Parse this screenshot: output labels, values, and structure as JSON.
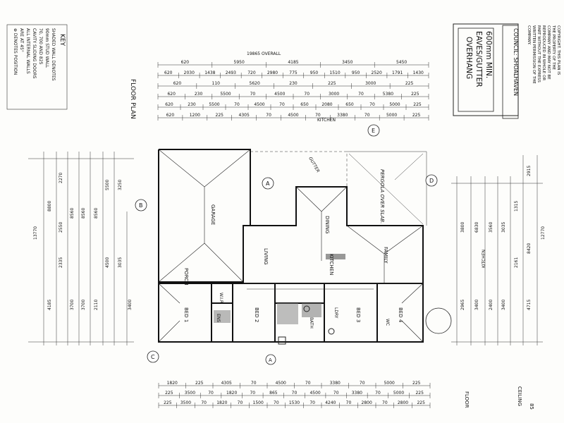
{
  "title_block": {
    "box_title": "600mm MIN. EAVES/GUTTER OVERHANG",
    "council": "COUNCIL: SHOALHAVEN",
    "copyright": "COPYRIGHT. THIS PLAN IS THE PROPERTY OF THE COMPANY AND MAY NOT BE REPRODUCED IN WHOLE OR PART WITHOUT THE EXPRESS WRITTEN PERMISSION OF THE COMPANY."
  },
  "key": {
    "heading": "KEY",
    "lines": [
      "SHADED WALL DENOTES",
      "90mm STUD WALL",
      "70, 700 AND 825",
      "CAVITY SLIDING DOORS",
      "ALL INTERNAL WALLS",
      "ARE AT 45°",
      "⊕ DENOTES POSITION"
    ]
  },
  "labels": {
    "floor_plan": "FLOOR PLAN",
    "overall": "19865 OVERALL",
    "kitchen_dim": "KITCHEN",
    "floor": "FLOOR",
    "ceiling": "CEILING",
    "page_code": "85",
    "pergola": "PERGOLA OVER SLAB.",
    "gutter": "GUTTER",
    "grid_a": "A",
    "grid_b": "B",
    "grid_c": "C",
    "grid_d": "D",
    "grid_e": "E"
  },
  "rooms": {
    "garage": "GARAGE",
    "living": "LIVING",
    "dining": "DINING",
    "kitchen": "KITCHEN",
    "family": "FAMILY",
    "porch": "PORCH",
    "bed1": "BED 1",
    "bed2": "BED 2",
    "bed3": "BED 3",
    "bed4": "BED 4",
    "bath": "BATH",
    "ens": "ENS",
    "wir": "W.I.R.",
    "ldry": "LDRY",
    "wc": "WC"
  },
  "dimensions": {
    "top_rows": [
      [
        "620",
        "5950",
        "4185",
        "3450",
        "5450"
      ],
      [
        "620",
        "2030",
        "1438",
        "2493",
        "720",
        "2980",
        "775",
        "950",
        "1510",
        "950",
        "2520",
        "1791",
        "1430"
      ],
      [
        "620",
        "110",
        "5620",
        "230",
        "225",
        "3000",
        "225"
      ],
      [
        "620",
        "230",
        "5500",
        "70",
        "4500",
        "70",
        "3000",
        "70",
        "5380",
        "225"
      ],
      [
        "620",
        "230",
        "5500",
        "70",
        "4500",
        "70",
        "650",
        "2080",
        "650",
        "70",
        "5000",
        "225"
      ],
      [
        "620",
        "1200",
        "225",
        "4305",
        "70",
        "4500",
        "70",
        "3380",
        "70",
        "5000",
        "225"
      ]
    ],
    "bottom_rows": [
      [
        "1820",
        "225",
        "4305",
        "70",
        "4500",
        "70",
        "3380",
        "70",
        "5000",
        "225"
      ],
      [
        "225",
        "3500",
        "70",
        "1820",
        "70",
        "865",
        "70",
        "4500",
        "70",
        "3380",
        "70",
        "5000",
        "225"
      ],
      [
        "225",
        "3500",
        "70",
        "1820",
        "70",
        "1500",
        "70",
        "1530",
        "70",
        "4240",
        "70",
        "2800",
        "70",
        "2800",
        "225"
      ]
    ],
    "left_overall": "13770",
    "right_overall": "12770"
  }
}
